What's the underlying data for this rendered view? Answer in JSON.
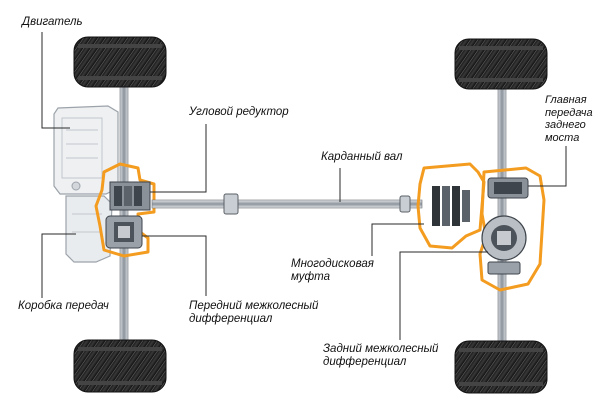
{
  "labels": {
    "engine": "Двигатель",
    "angle_gearbox": "Угловой редуктор",
    "cardan_shaft": "Карданный вал",
    "main_gear_line1": "Главная",
    "main_gear_line2": "передача",
    "main_gear_line3": "заднего",
    "main_gear_line4": "моста",
    "multiplate_line1": "Многодисковая",
    "multiplate_line2": "муфта",
    "gearbox": "Коробка передач",
    "front_diff_line1": "Передний межколесный",
    "front_diff_line2": "дифференциал",
    "rear_diff_line1": "Задний межколесный",
    "rear_diff_line2": "дифференциал"
  },
  "colors": {
    "highlight_outline": "#f39c1f",
    "metal_dark": "#555b63",
    "metal_light": "#c9ced4",
    "tire": "#1c1c1c",
    "leader_line": "#2a2a2a"
  }
}
